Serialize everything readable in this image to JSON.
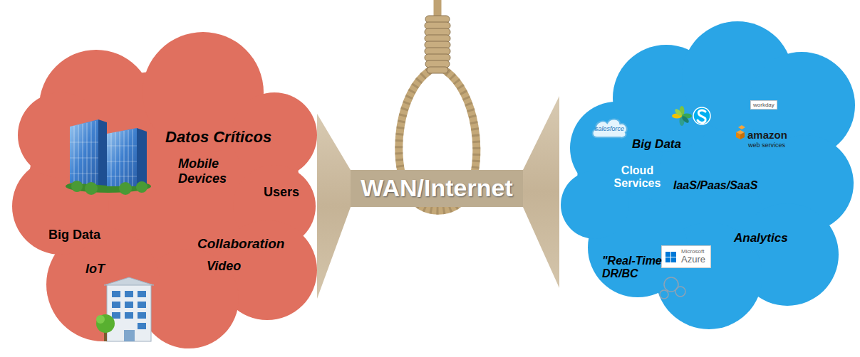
{
  "diagram": {
    "nodes": [
      {
        "text": [
          "Datos Críticos",
          "Mobile Devices",
          "Users",
          "Big Data",
          "Collaboration",
          "Video",
          "IoT"
        ]
      },
      {
        "text": [
          "WAN/Internet"
        ]
      },
      {
        "text": [
          "Big Data",
          "Cloud Services",
          "IaaS/Paas/SaaS",
          "Analytics",
          "\"Real-Time DR/BC"
        ]
      },
      {
        "text": [
          "salesforce"
        ],
        "in": 2
      },
      {
        "text": [
          "Microsoft",
          "Azure"
        ],
        "in": 2
      }
    ],
    "edges": [
      {
        "from": 0,
        "to": 1,
        "arrow": "none"
      },
      {
        "from": 1,
        "to": 2,
        "arrow": "none"
      }
    ],
    "labels": [
      "workday",
      "amazon",
      "web services"
    ]
  }
}
